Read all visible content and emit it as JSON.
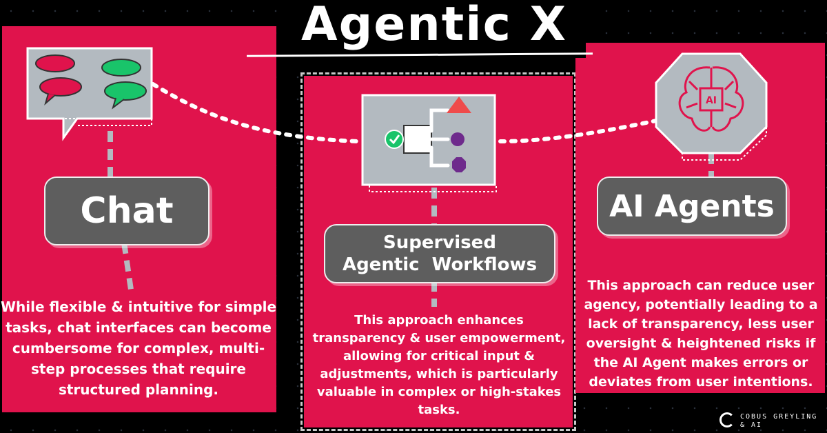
{
  "title": "Agentic X",
  "panels": {
    "chat": {
      "label": "Chat",
      "description": "While flexible & intuitive for simple tasks, chat interfaces can become cumbersome for complex, multi-step processes that require structured planning."
    },
    "supervised": {
      "label_line1": "Supervised",
      "label_line2": "Agentic  Workflows",
      "description": "This approach enhances transparency & user empowerment, allowing for critical input & adjustments, which is particularly valuable in complex or high-stakes tasks."
    },
    "agents": {
      "label": "AI Agents",
      "icon_text": "AI",
      "description": "This approach can reduce user agency, potentially leading to a lack of transparency, less user oversight & heightened risks if the AI Agent makes errors or deviates from user intentions."
    }
  },
  "logo": {
    "line1": "COBUS GREYLING",
    "line2": "& AI"
  },
  "colors": {
    "background": "#000000",
    "panel": "#E0134C",
    "pill": "#5E5E5E",
    "icon_bg": "#B3BAC0",
    "green": "#19C46A",
    "red": "#E0134C",
    "purple": "#6E2A8C",
    "triangle": "#EF4B4B"
  }
}
